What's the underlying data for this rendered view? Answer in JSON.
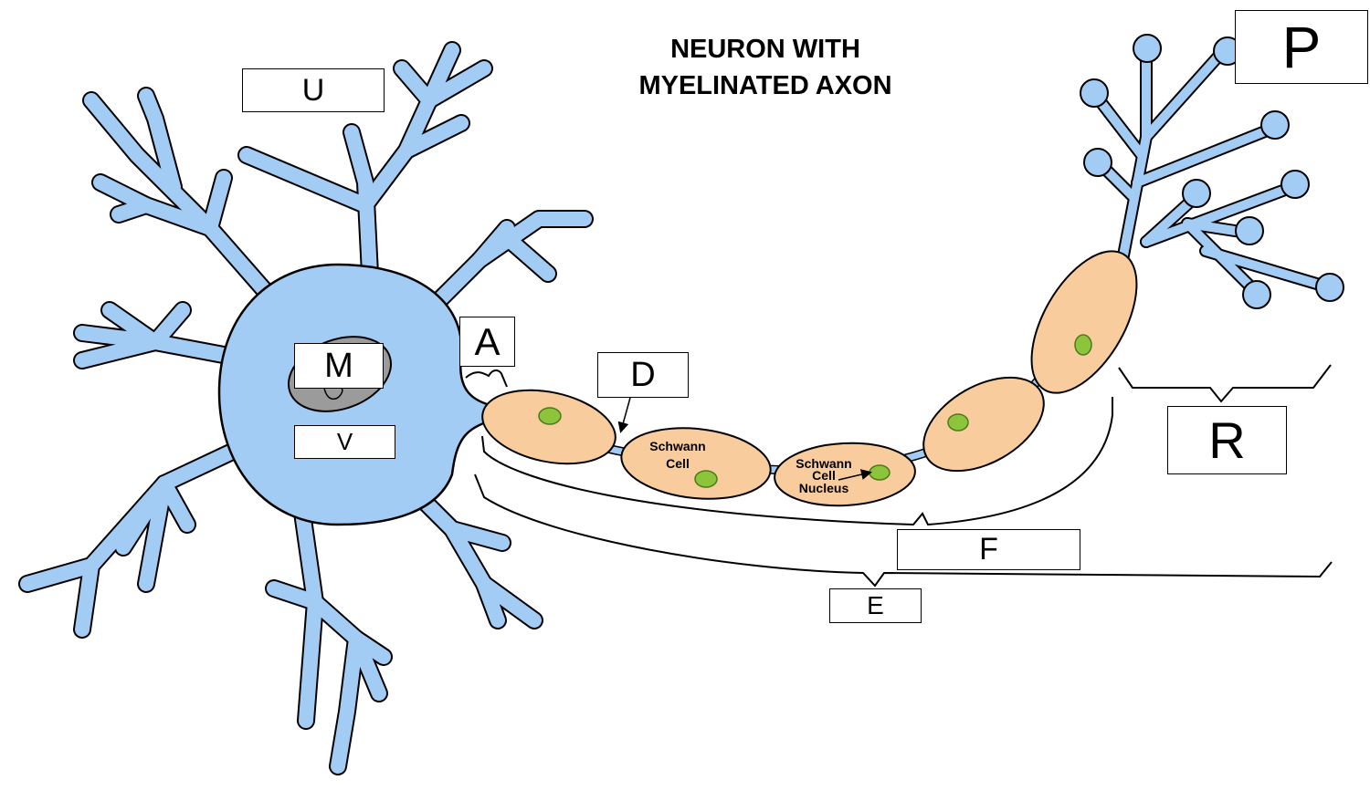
{
  "title": {
    "line1": "NEURON WITH",
    "line2": "MYELINATED AXON"
  },
  "labels": {
    "U": "U",
    "M": "M",
    "V": "V",
    "A": "A",
    "D": "D",
    "F": "F",
    "E": "E",
    "P": "P",
    "R": "R"
  },
  "cell_labels": {
    "schwann_cell_1": "Schwann",
    "schwann_cell_2": "Cell",
    "schwann_nucleus_1": "Schwann",
    "schwann_nucleus_2": "Cell",
    "schwann_nucleus_3": "Nucleus"
  },
  "colors": {
    "cell_body": "#a3ccf5",
    "outline": "#000000",
    "myelin": "#f9cc9d",
    "nucleus_of_schwann": "#8cc43c",
    "nucleus": "#9b9b9b"
  }
}
